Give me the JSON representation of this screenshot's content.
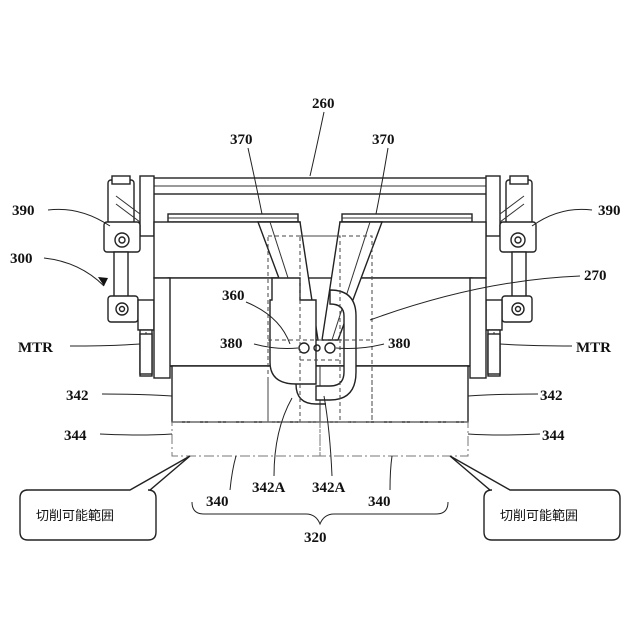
{
  "labels": {
    "ref_260": "260",
    "ref_370_left": "370",
    "ref_370_right": "370",
    "ref_390_left": "390",
    "ref_390_right": "390",
    "ref_300": "300",
    "ref_270": "270",
    "ref_360": "360",
    "ref_380_left": "380",
    "ref_380_right": "380",
    "ref_mtr_left": "MTR",
    "ref_mtr_right": "MTR",
    "ref_342_left": "342",
    "ref_342_right": "342",
    "ref_344_left": "344",
    "ref_344_right": "344",
    "ref_342A_left": "342A",
    "ref_342A_right": "342A",
    "ref_340_left": "340",
    "ref_340_right": "340",
    "ref_320": "320"
  },
  "callouts": {
    "left": "切削可能範囲",
    "right": "切削可能範囲"
  }
}
